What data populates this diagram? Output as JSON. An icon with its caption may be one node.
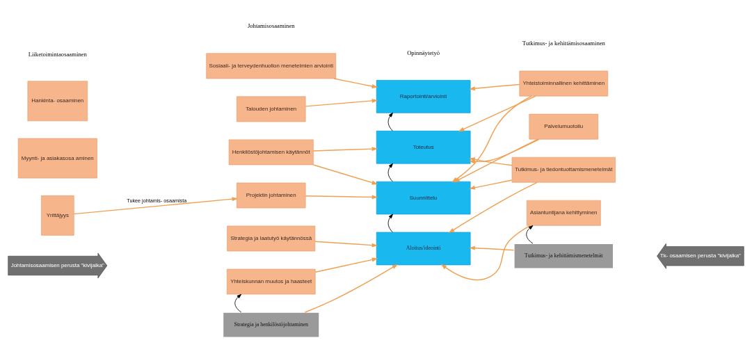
{
  "diagram": {
    "nodes": [
      {
        "text": [
          "Hankinta- osaaminen"
        ]
      },
      {
        "text": [
          "Myynti- ja asiakasosa aminen"
        ]
      },
      {
        "text": [
          "Yrittäjyys"
        ]
      },
      {
        "text": [
          "Sosiaali- ja terveydenhuollon menetelmien arviointi"
        ]
      },
      {
        "text": [
          "Talouden johtaminen"
        ]
      },
      {
        "text": [
          "Henkilöstöjohtamisen käytännöt"
        ]
      },
      {
        "text": [
          "Projektin johtaminen"
        ]
      },
      {
        "text": [
          "Strategia ja laatutyö käytännössä"
        ]
      },
      {
        "text": [
          "Yhteiskunnan muutos ja haasteet"
        ]
      },
      {
        "text": [
          "Strategia ja henkilöstöjohtaminen"
        ]
      },
      {
        "text": [
          "Johtamisosaamisen perusta \"kivijalka\""
        ]
      },
      {
        "text": [
          "Raportointi/arviointi"
        ]
      },
      {
        "text": [
          "Toteutus"
        ]
      },
      {
        "text": [
          "Suunnittelu"
        ]
      },
      {
        "text": [
          "Aloitus/ideointi"
        ]
      },
      {
        "text": [
          "Yhteistoiminnallinen kehittäminen"
        ]
      },
      {
        "text": [
          "Palvelumuotoilu"
        ]
      },
      {
        "text": [
          "Tutkimus- ja tiedontuottamismenetelmät"
        ]
      },
      {
        "text": [
          "Asiantuntijana kehittyminen"
        ]
      },
      {
        "text": [
          "Tutkimus- ja kehittämismenetelmät"
        ]
      },
      {
        "text": [
          "Tk- osaamisen perusta \"kivijalka\""
        ]
      }
    ],
    "edges": [
      {
        "from": 2,
        "to": 6,
        "arrow": "to",
        "label": "Tukee johtamis- osaamista"
      },
      {
        "from": 3,
        "to": 11,
        "arrow": "to"
      },
      {
        "from": 4,
        "to": 11,
        "arrow": "to"
      },
      {
        "from": 5,
        "to": 12,
        "arrow": "to"
      },
      {
        "from": 5,
        "to": 13,
        "arrow": "to"
      },
      {
        "from": 6,
        "to": 13,
        "arrow": "to"
      },
      {
        "from": 7,
        "to": 14,
        "arrow": "to"
      },
      {
        "from": 8,
        "to": 14,
        "arrow": "to"
      },
      {
        "from": 9,
        "to": 14,
        "arrow": "to"
      },
      {
        "from": 9,
        "to": 8,
        "arrow": "to",
        "color": "#000000"
      },
      {
        "from": 14,
        "to": 13,
        "arrow": "to",
        "color": "#000000"
      },
      {
        "from": 13,
        "to": 12,
        "arrow": "to",
        "color": "#000000"
      },
      {
        "from": 12,
        "to": 11,
        "arrow": "to",
        "color": "#000000"
      },
      {
        "from": 15,
        "to": 11,
        "arrow": "to"
      },
      {
        "from": 15,
        "to": 12,
        "arrow": "to"
      },
      {
        "from": 15,
        "to": 13,
        "arrow": "to"
      },
      {
        "from": 16,
        "to": 12,
        "arrow": "to"
      },
      {
        "from": 16,
        "to": 13,
        "arrow": "to"
      },
      {
        "from": 17,
        "to": 12,
        "arrow": "to"
      },
      {
        "from": 17,
        "to": 13,
        "arrow": "to"
      },
      {
        "from": 17,
        "to": 14,
        "arrow": "to"
      },
      {
        "from": 18,
        "to": 14,
        "arrow": "to"
      },
      {
        "from": 19,
        "to": 14,
        "arrow": "to"
      },
      {
        "from": 19,
        "to": 18,
        "arrow": "to",
        "color": "#000000"
      }
    ],
    "labels": [
      "Johtamisosaaminen",
      "Opinnäytetyö",
      "Tutkimus- ja kehittämisosaaminen",
      "Liiketoimintaosaaminen"
    ]
  }
}
